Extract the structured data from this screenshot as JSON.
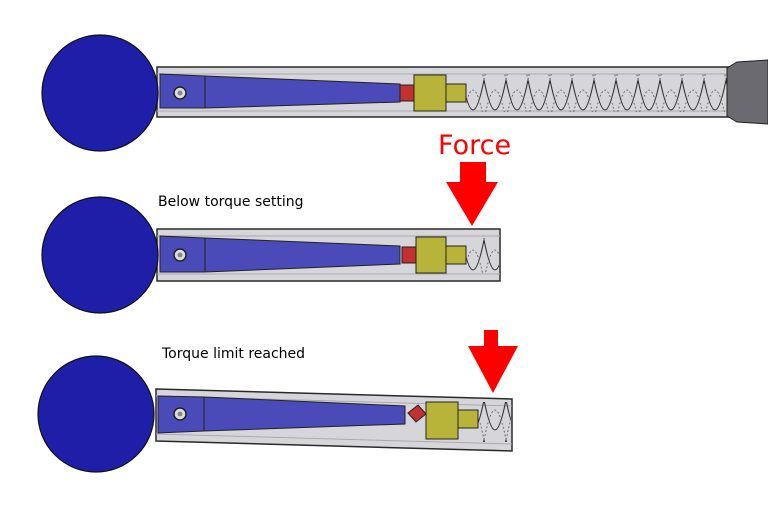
{
  "labels": {
    "force": "Force",
    "below_setting": "Below torque setting",
    "limit_reached": "Torque limit reached"
  },
  "colors": {
    "head": "#1e1ea8",
    "tube": "#c8c8cc",
    "tube_outline": "#2a2a2a",
    "rod": "#4a4ab8",
    "collar": "#b8b43a",
    "pin": "#c23030",
    "spring": "#333333",
    "grip": "#6a6a70",
    "arrow": "#ff0000"
  },
  "icons": [
    "ball-head",
    "pivot-pin",
    "force-arrow"
  ]
}
